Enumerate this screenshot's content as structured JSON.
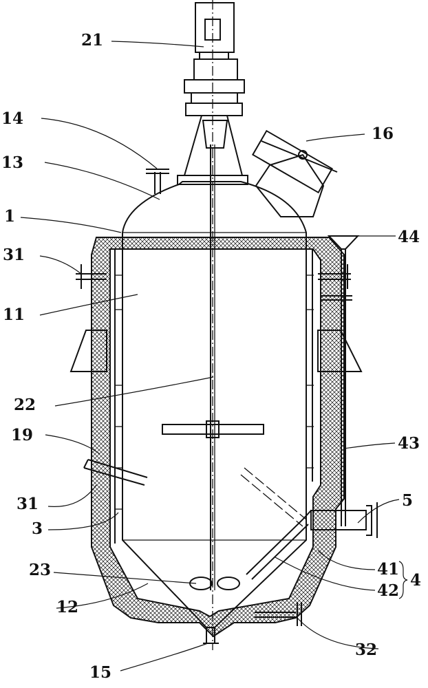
{
  "labels": {
    "l21": "21",
    "l14": "14",
    "l16": "16",
    "l13": "13",
    "l1": "1",
    "l44": "44",
    "l31a": "31",
    "l11": "11",
    "l22": "22",
    "l43": "43",
    "l19": "19",
    "l5": "5",
    "l31b": "31",
    "l3": "3",
    "l23": "23",
    "l41": "41",
    "l42": "42",
    "l4": "4",
    "l12": "12",
    "l32": "32",
    "l15": "15"
  },
  "colors": {
    "line": "#111111",
    "background": "#ffffff"
  }
}
